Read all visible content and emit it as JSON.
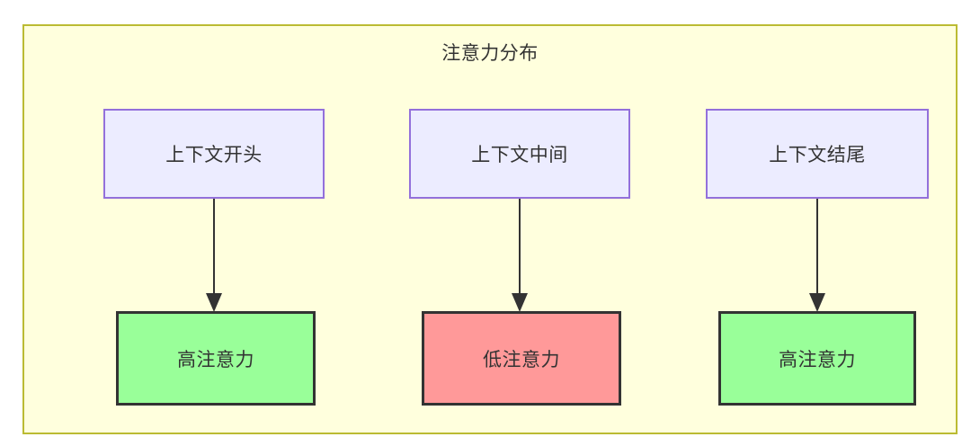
{
  "diagram": {
    "title": "注意力分布",
    "container_bg": "#ffffdd",
    "container_border": "#bbbb33",
    "columns": [
      {
        "source": {
          "label": "上下文开头",
          "fill": "#ececff",
          "stroke": "#9370db"
        },
        "target": {
          "label": "高注意力",
          "fill": "#99ff99",
          "stroke": "#333333"
        },
        "edge": {
          "style": "arrow-down"
        }
      },
      {
        "source": {
          "label": "上下文中间",
          "fill": "#ececff",
          "stroke": "#9370db"
        },
        "target": {
          "label": "低注意力",
          "fill": "#ff9999",
          "stroke": "#333333"
        },
        "edge": {
          "style": "arrow-down"
        }
      },
      {
        "source": {
          "label": "上下文结尾",
          "fill": "#ececff",
          "stroke": "#9370db"
        },
        "target": {
          "label": "高注意力",
          "fill": "#99ff99",
          "stroke": "#333333"
        },
        "edge": {
          "style": "arrow-down"
        }
      }
    ]
  }
}
